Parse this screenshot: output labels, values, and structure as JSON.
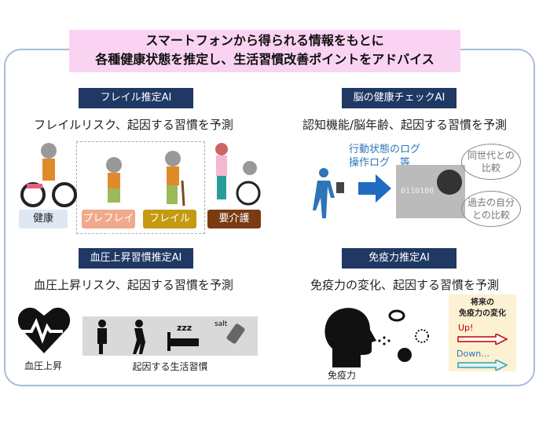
{
  "banner": {
    "line1": "スマートフォンから得られる情報をもとに",
    "line2": "各種健康状態を推定し、生活習慣改善ポイントをアドバイス"
  },
  "frailty": {
    "tag": "フレイル推定AI",
    "subtitle": "フレイルリスク、起因する習慣を予測",
    "stages": [
      "健康",
      "プレフレイル",
      "フレイル",
      "要介護"
    ],
    "colors": [
      "#dde8f3",
      "#f1a98b",
      "#c49a12",
      "#7a3b12"
    ]
  },
  "brain": {
    "tag": "脳の健康チェックAI",
    "subtitle": "認知機能/脳年齢、起因する習慣を予測",
    "input_line1": "行動状態のログ",
    "input_line2": "操作ログ　等",
    "compare1_line1": "同世代との",
    "compare1_line2": "比較",
    "compare2_line1": "過去の自分",
    "compare2_line2": "との比較"
  },
  "bp": {
    "tag": "血圧上昇習慣推定AI",
    "subtitle": "血圧上昇リスク、起因する習慣を予測",
    "heart_label": "血圧上昇",
    "habits_label": "起因する生活習慣",
    "salt": "salt",
    "zzz": "zzz"
  },
  "immune": {
    "tag": "免疫力推定AI",
    "subtitle": "免疫力の変化、起因する習慣を予測",
    "head_label": "免疫力",
    "future_line1": "将来の",
    "future_line2": "免疫力の変化",
    "up": "Up!",
    "down": "Down…"
  }
}
